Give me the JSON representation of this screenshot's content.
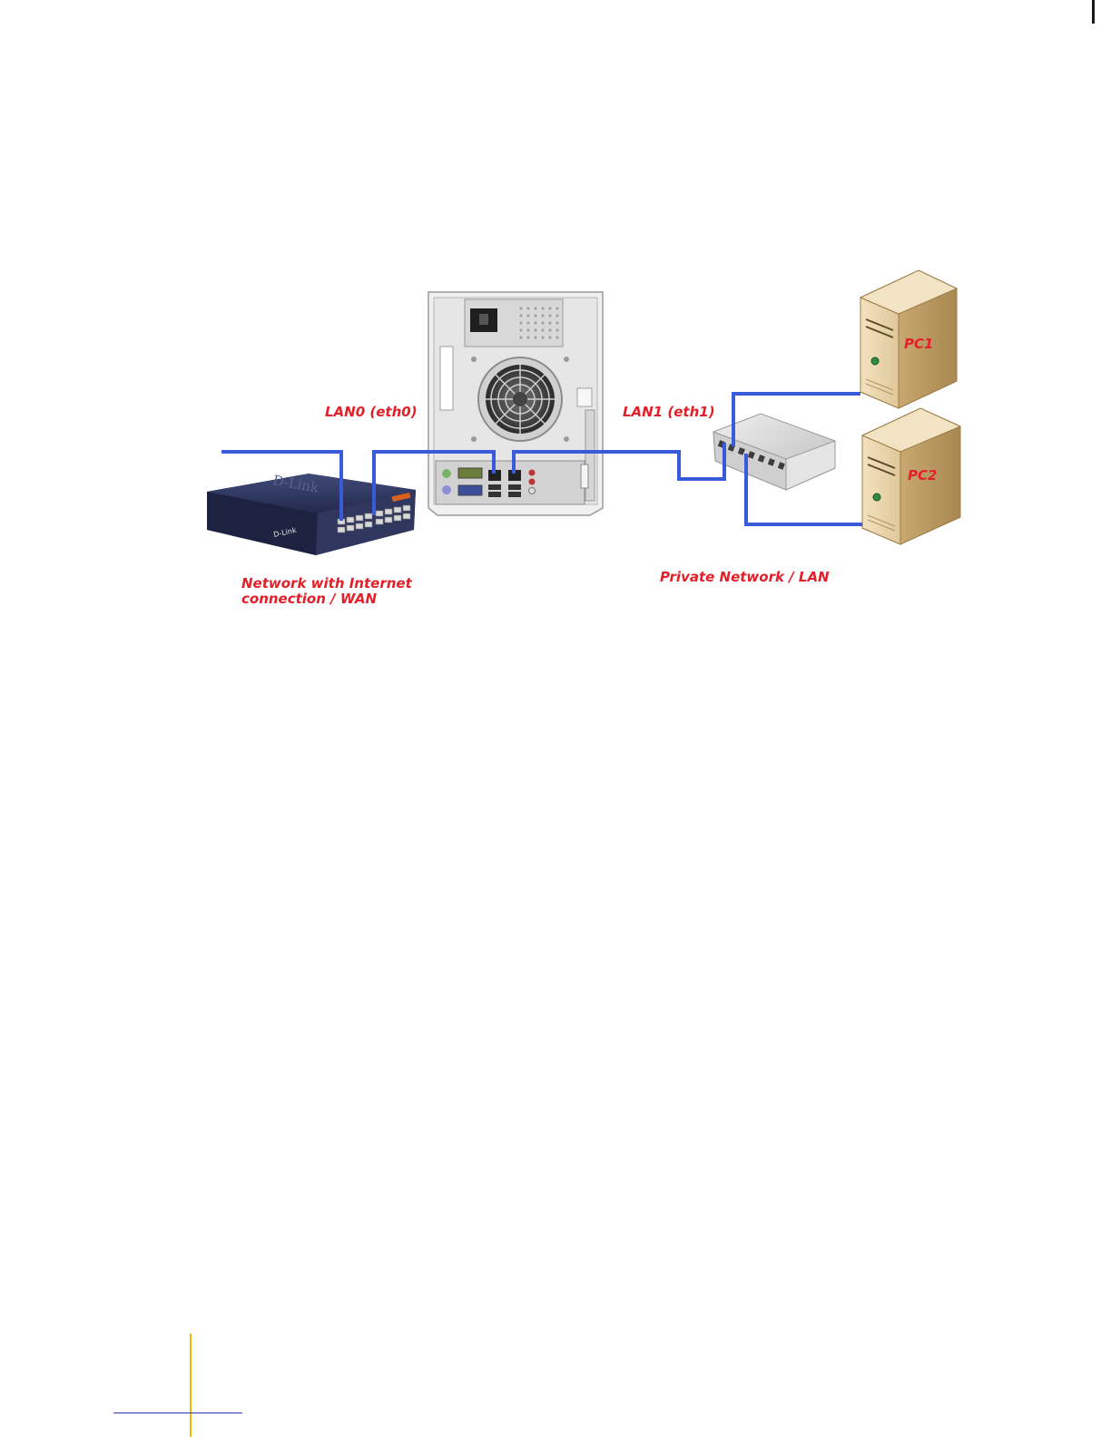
{
  "labels": {
    "lan0": "LAN0 (eth0)",
    "lan1": "LAN1 (eth1)",
    "wan_line1": "Network with Internet",
    "wan_line2": "connection / WAN",
    "lan_network": "Private Network / LAN",
    "pc1": "PC1",
    "pc2": "PC2"
  },
  "logos": {
    "switch_brand": "D-Link",
    "switch_case_brand": "D-Link"
  },
  "colors": {
    "cable": "#3a5bd9",
    "label_red": "#e3202a",
    "accent_line": "#f2b705",
    "rule_blue": "#2a3bb5"
  }
}
